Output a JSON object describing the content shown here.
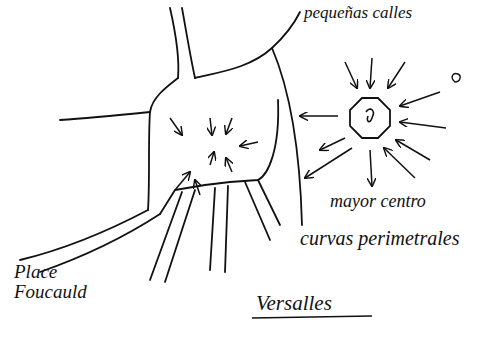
{
  "diagram": {
    "labels": [
      "pequeñas calles",
      "mayor centro",
      "curvas perimetrales",
      "Place Foucauld",
      "Versalles"
    ]
  }
}
